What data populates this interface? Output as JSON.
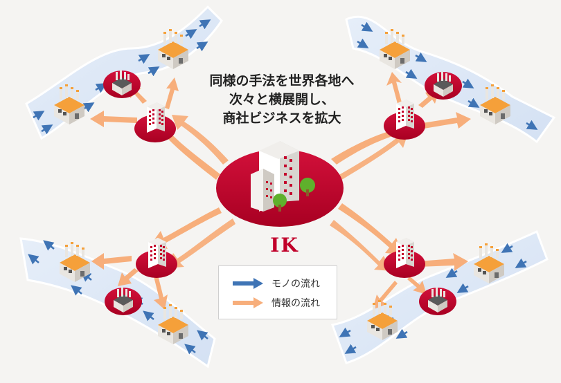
{
  "headline": {
    "line1": "同様の手法を世界各地へ",
    "line2": "次々と横展開し、",
    "line3": "商社ビジネスを拡大"
  },
  "logo": {
    "text": "IK"
  },
  "legend": {
    "items": [
      {
        "label": "モノの流れ",
        "color": "#3f74b5"
      },
      {
        "label": "情報の流れ",
        "color": "#f7ae7b"
      }
    ]
  },
  "colors": {
    "background": "#f5f4f2",
    "band": "#dbe6f5",
    "band_edge": "#ffffff",
    "ellipse_red": "#c4002b",
    "info_arrow": "#f7ae7b",
    "goods_arrow": "#3f74b5",
    "factory_roof": "#f5a03a",
    "factory_wall": "#e9e6e1"
  }
}
